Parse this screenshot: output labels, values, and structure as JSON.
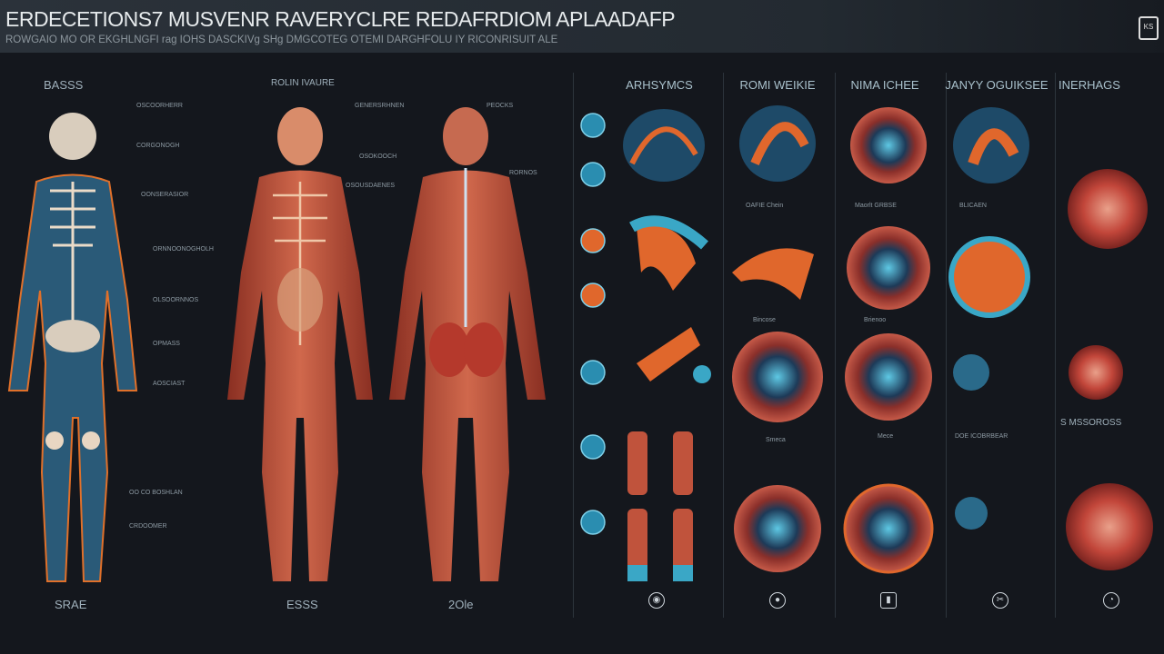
{
  "header": {
    "title": "ERDECETIONS7 MUSVENR RAVERYCLRE  REDAFRDIOM APLAADAFP",
    "subtitle": "ROWGAIO MO OR EKGHLNGFI rag IOHS DASCKIVg SHg DMGCOTEG OTEMI DARGHFOLU IY RICONRISUIT ALE",
    "logo": "KS"
  },
  "figures": [
    {
      "label": "BASSS",
      "caption": "SRAE",
      "notes": [
        "OSCOORHERR",
        "CORGONOGH",
        "OONSERASIOR",
        "ORNNOONOGHOLH",
        "OLSOORNNOS",
        "OPMASS",
        "AOSCIAST",
        "OO CO BOSHLAN",
        "CRDOOMER"
      ]
    },
    {
      "label": "ROLIN IVAURE",
      "caption": "ESSS",
      "notes": [
        "GENERSRHNEN",
        "OSOKOOCH",
        "OSOUSDAENES"
      ]
    },
    {
      "label": "",
      "caption": "2Ole",
      "notes": [
        "PEOCKS",
        "RORNOS"
      ]
    }
  ],
  "panel": {
    "columns": [
      "ARHSYMCS",
      "ROMI WEIKIE",
      "NIMA ICHEE",
      "JANYY OGUIKSEE",
      "INERHAGS"
    ],
    "captions": [
      "OAFIE Chein",
      "Maorlt GRBSE",
      "Bincose",
      "Brienoo",
      "BLICAEN",
      "Smeca",
      "Mece",
      "DOE ICOBRBEAR",
      "S MSSOROSS"
    ]
  },
  "colors": {
    "bg": "#14171d",
    "muscle": "#c0533c",
    "bone": "#e8d6c2",
    "teal": "#3aa7c6",
    "orange": "#e0672c"
  }
}
